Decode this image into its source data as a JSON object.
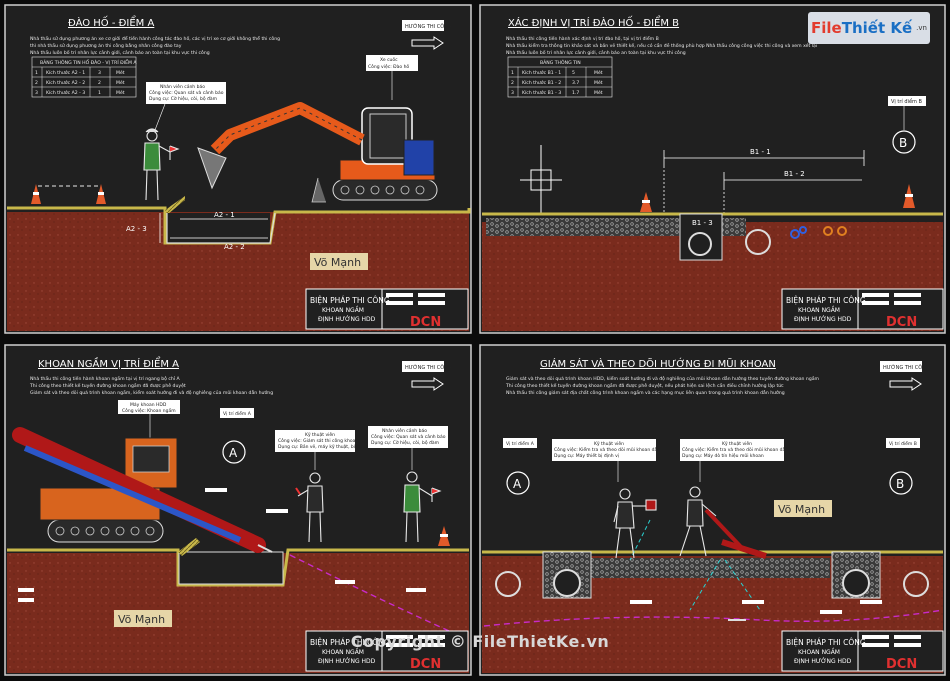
{
  "brand": {
    "name_a": "File",
    "name_b": "Thiết Kế",
    "domain": ".vn"
  },
  "footer": {
    "copyright": "Copyright © FileThietKe.vn"
  },
  "direction_label": "HƯỚNG THI CÔNG",
  "watermark": "Võ Mạnh",
  "titleblock": {
    "l1": "BIỆN PHÁP THI CÔNG",
    "l2": "KHOAN NGẦM",
    "l3": "ĐỊNH HƯỚNG HDD",
    "logo": "DCN"
  },
  "panels": [
    {
      "title": "ĐÀO HỐ - ĐIỂM A",
      "notes": [
        "Nhà thầu sử dụng phương án xe cơ giới để tiến hành công tác đào hố, các vị trí xe cơ giới không thể thi công",
        "thì nhà thầu sử dụng phương án thi công bằng nhân công đào tay",
        "Nhà thầu luôn bố trí nhân lực cảnh giới, cảnh báo an toàn tại khu vực thi công"
      ],
      "table": {
        "title": "BẢNG THÔNG TIN HỐ ĐÀO - VỊ TRÍ ĐIỂM A",
        "rows": [
          [
            "1",
            "Kích thước A2 - 1",
            "3",
            "Mét"
          ],
          [
            "2",
            "Kích thước A2 - 2",
            "2",
            "Mét"
          ],
          [
            "3",
            "Kích thước A2 - 3",
            "1",
            "Mét"
          ]
        ]
      },
      "callouts": [
        {
          "lines": [
            "Nhân viên cảnh báo",
            "Công việc: Quan sát và cảnh báo",
            "Dụng cụ: Cờ hiệu, còi, bộ đàm"
          ]
        },
        {
          "lines": [
            "Xe cuốc",
            "Công việc: Đào hố"
          ]
        }
      ],
      "dims": [
        "A2 - 1",
        "A2 - 2",
        "A2 - 3"
      ]
    },
    {
      "title": "XÁC ĐỊNH VỊ TRÍ ĐÀO HỐ - ĐIỂM B",
      "notes": [
        "Nhà thầu thi công tiến hành xác định vị trí đào hố, tại vị trí điểm B",
        "Nhà thầu kiểm tra thông tin khảo sát và bản vẽ thiết kế, nếu có cần đề thống phù hợp Nhà thầu công công việc thi công và xem xét lại",
        "Nhà thầu luôn bố trí nhân lực cảnh giới, cảnh báo an toàn tại khu vực thi công"
      ],
      "table": {
        "title": "BẢNG THÔNG TIN",
        "rows": [
          [
            "1",
            "Kích thước B1 - 1",
            "5",
            "Mét"
          ],
          [
            "2",
            "Kích thước B1 - 2",
            "3.7",
            "Mét"
          ],
          [
            "3",
            "Kích thước B1 - 3",
            "1.7",
            "Mét"
          ]
        ]
      },
      "point_label": "Vị trí điểm B",
      "marker": "B",
      "dims": [
        "B1 - 1",
        "B1 - 2",
        "B1 - 3"
      ]
    },
    {
      "title": "KHOAN NGẦM VỊ TRÍ ĐIỂM A",
      "notes": [
        "Nhà thầu thi công tiến hành khoan ngầm tại vị trí ngang bộ chỉ A",
        "Thi công theo thiết kế tuyến đường khoan ngầm đã được phê duyệt",
        "Giám sát và theo dõi quá trình khoan ngầm, kiểm soát hướng đi và độ nghiêng của mũi khoan dẫn hướng"
      ],
      "callouts": [
        {
          "lines": [
            "Máy khoan HDD",
            "Công việc: Khoan ngầm"
          ]
        },
        {
          "lines": [
            "Vị trí điểm A"
          ]
        },
        {
          "lines": [
            "Kỹ thuật viên",
            "Công việc: Giám sát thi công khoan ngầm",
            "Dụng cụ: Bản vẽ, máy kỹ thuật, bộ đàm"
          ]
        },
        {
          "lines": [
            "Nhân viên cảnh báo",
            "Công việc: Quan sát và cảnh báo",
            "Dụng cụ: Cờ hiệu, còi, bộ đàm"
          ]
        }
      ],
      "marker": "A"
    },
    {
      "title": "GIÁM SÁT VÀ THEO DÕI HƯỚNG ĐI MŨI KHOAN",
      "notes": [
        "Giám sát và theo dõi quá trình khoan HDD, kiểm soát hướng đi và độ nghiêng của mũi khoan dẫn hướng theo tuyến đường khoan ngầm",
        "Thi công theo thiết kế tuyến đường khoan ngầm đã được phê duyệt, nếu phát hiện sai lệch cần điều chỉnh hướng lập tức",
        "Nhà thầu thi công giám sát địa chất công trình khoan ngầm và các hạng mục liên quan trong quá trình khoan dẫn hướng"
      ],
      "callouts": [
        {
          "lines": [
            "Vị trí điểm A"
          ]
        },
        {
          "lines": [
            "Kỹ thuật viên",
            "Công việc: Kiểm tra và theo dõi mũi khoan dẫn hướng",
            "Dụng cụ: Máy thiết bị định vị"
          ]
        },
        {
          "lines": [
            "Kỹ thuật viên",
            "Công việc: Kiểm tra và theo dõi mũi khoan dẫn hướng",
            "Dụng cụ: Máy dò tín hiệu mũi khoan"
          ]
        },
        {
          "lines": [
            "Vị trí điểm B"
          ]
        }
      ],
      "markers": [
        "A",
        "B"
      ]
    }
  ],
  "colors": {
    "sheet": "#202020",
    "border": "#cfcfcf",
    "soil": "#7a2b1d",
    "ground": "#c8b84a",
    "machine": "#e65a1b",
    "hdd": "#b01818",
    "ink": "#e8e8e8",
    "title": "#ffffff",
    "dim": "#ffffff",
    "cyan": "#2ad0d0",
    "magenta": "#c82bc8"
  }
}
